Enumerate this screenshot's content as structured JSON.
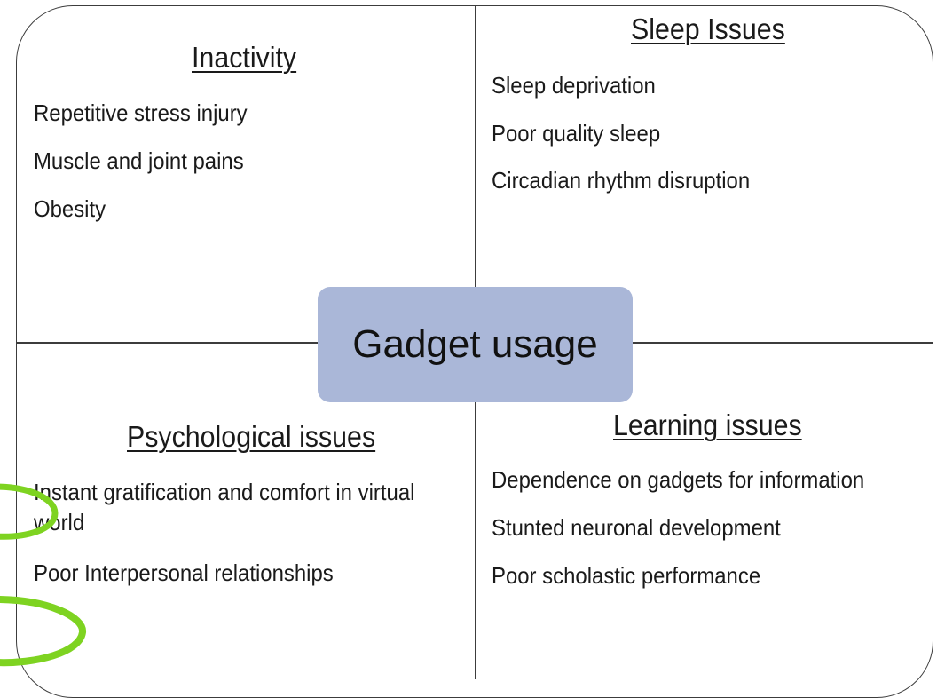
{
  "center": {
    "label": "Gadget usage"
  },
  "quadrants": {
    "top_left": {
      "title": "Inactivity",
      "items": [
        "Repetitive stress injury",
        "Muscle and joint pains",
        "Obesity"
      ]
    },
    "top_right": {
      "title": "Sleep Issues",
      "items": [
        "Sleep deprivation",
        "Poor quality sleep",
        "Circadian rhythm disruption"
      ]
    },
    "bottom_left": {
      "title": "Psychological issues",
      "items": [
        "Instant gratification and comfort in virtual world",
        "Poor Interpersonal relationships"
      ]
    },
    "bottom_right": {
      "title": "Learning issues",
      "items": [
        "Dependence on gadgets for information",
        "Stunted neuronal development",
        "Poor scholastic performance"
      ]
    }
  },
  "colors": {
    "center_fill": "#aab7d8",
    "border": "#3c3c3c",
    "accent_swoosh": "#7ed321"
  }
}
